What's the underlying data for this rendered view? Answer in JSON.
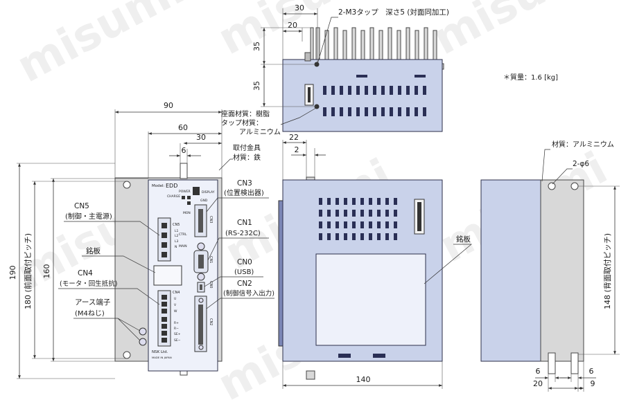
{
  "watermark": "misumi",
  "front": {
    "dims": {
      "w90": "90",
      "w60": "60",
      "w30": "30",
      "w6": "6",
      "h190": "190",
      "h180": "180 (前面取付ピッチ)",
      "h160": "160"
    },
    "panel": {
      "model": "Model:",
      "model_value": "EDD",
      "power": "POWER",
      "display": "DISPLAY",
      "charge": "CHARGE",
      "mon": "MON",
      "gnd": "GND",
      "ctrl": "CTRL",
      "main": "MAIN",
      "brand": "NSK Ltd.",
      "made": "MADE IN JAPAN",
      "cn5": "CN5",
      "cn4": "CN4",
      "cn4_pins": [
        "U",
        "V",
        "W",
        "R+",
        "R−",
        "SE+",
        "SE−"
      ],
      "cn3v": "CN3",
      "cn1v": "CN1",
      "cn0v": "CN0",
      "cn2v": "CN2",
      "cn5_pins": [
        "L1",
        "L2",
        "L3",
        "N"
      ]
    },
    "labels": {
      "mount": "取付金具",
      "mount_mat": "材質：鉄",
      "cn3": "CN3",
      "cn3_sub": "(位置検出器)",
      "cn1": "CN1",
      "cn1_sub": "(RS-232C)",
      "cn0": "CN0",
      "cn0_sub": "(USB)",
      "cn2": "CN2",
      "cn2_sub": "(制御信号入出力)",
      "cn5": "CN5",
      "cn5_sub": "(制御・主電源)",
      "nameplate": "銘板",
      "cn4": "CN4",
      "cn4_sub": "(モータ・回生抵抗)",
      "earth": "アース端子",
      "earth_sub": "(M4ねじ)"
    }
  },
  "top": {
    "dims": {
      "w30": "30",
      "w20": "20",
      "h35a": "35",
      "h35b": "35"
    },
    "labels": {
      "tap": "2-M3タップ　深さ5 (対面同加工)",
      "seat": "座面材質：樹脂",
      "tapmat": "タップ材質：",
      "tapmat2": "アルミニウム"
    }
  },
  "side": {
    "dims": {
      "w22": "22",
      "w2": "2",
      "w140": "140"
    },
    "labels": {
      "nameplate": "銘板"
    }
  },
  "back": {
    "dims": {
      "h148": "148 (背面取付ピッチ)",
      "b6l": "6",
      "b6r": "6",
      "b20": "20",
      "b9": "9"
    },
    "labels": {
      "material": "材質：アルミニウム",
      "holes": "2-φ6"
    }
  },
  "mass": "＊質量：1.6 [kg]"
}
